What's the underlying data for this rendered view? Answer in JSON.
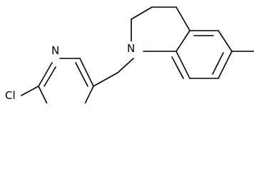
{
  "molecule": {
    "atoms": {
      "chlorine": "Cl",
      "pyridine_nitrogen": "N",
      "quinoline_nitrogen": "N"
    }
  }
}
